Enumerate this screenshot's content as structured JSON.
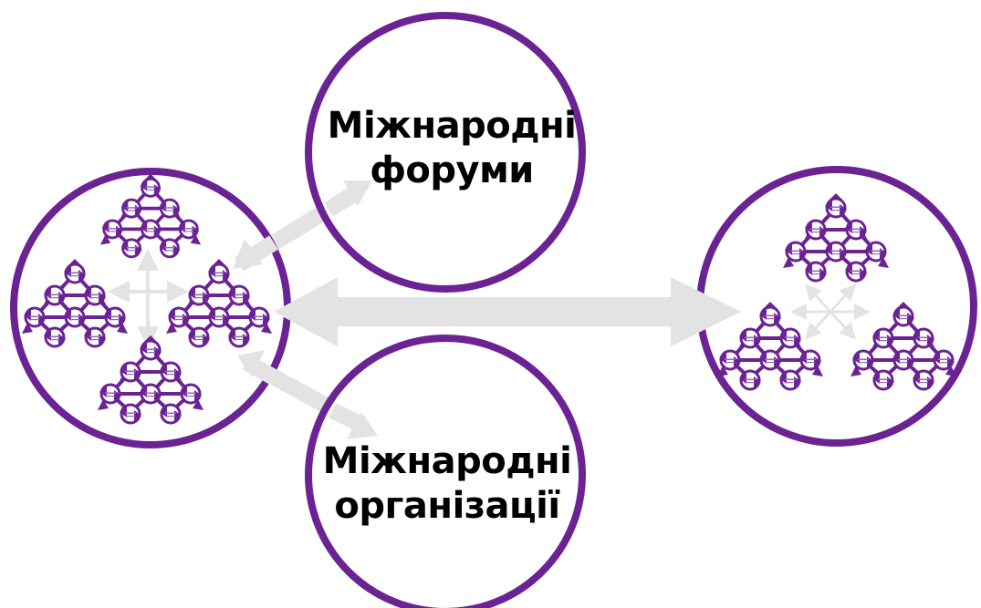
{
  "colors": {
    "circle_stroke": "#6b2393",
    "network_fill": "#6b2393",
    "network_line": "#5d1f86",
    "arrow": "#e3e3e3",
    "text": "#000000"
  },
  "forums": {
    "line1": "Міжнародні",
    "line2": "форуми"
  },
  "orgs": {
    "line1": "Міжнародні",
    "line2": "організації"
  }
}
